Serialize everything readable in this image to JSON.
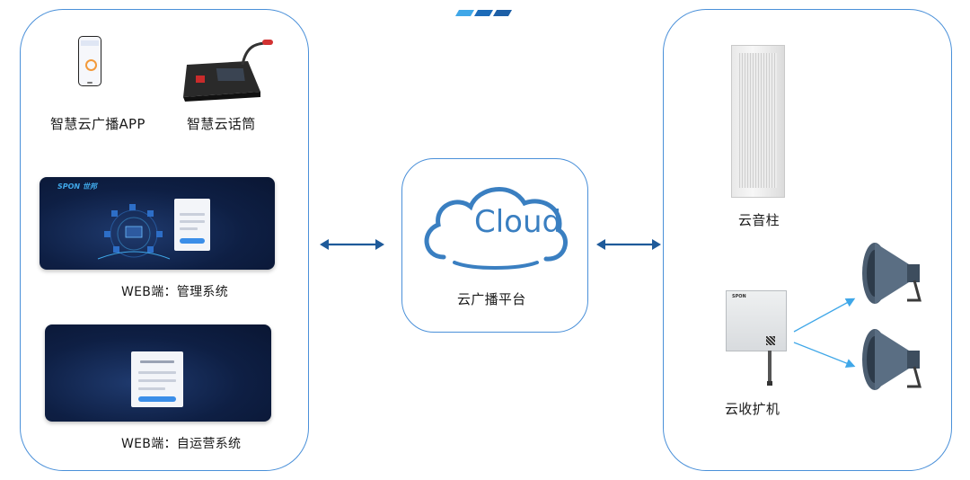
{
  "left": {
    "app_label": "智慧云广播APP",
    "mic_label": "智慧云话筒",
    "web_admin_label": "WEB端：管理系统",
    "web_ops_label": "WEB端：自运营系统",
    "web_admin_brand": "SPON 世邦"
  },
  "center": {
    "cloud_text": "Cloud",
    "platform_label": "云广播平台"
  },
  "right": {
    "column_speaker_label": "云音柱",
    "amplifier_label": "云收扩机",
    "amplifier_brand": "SPON"
  },
  "colors": {
    "panel_border": "#4a90d9",
    "arrow": "#1e5a9a",
    "cloud": "#3a7fc1",
    "deco_light": "#3fa7e8",
    "deco_dark": "#1d5fa6"
  }
}
